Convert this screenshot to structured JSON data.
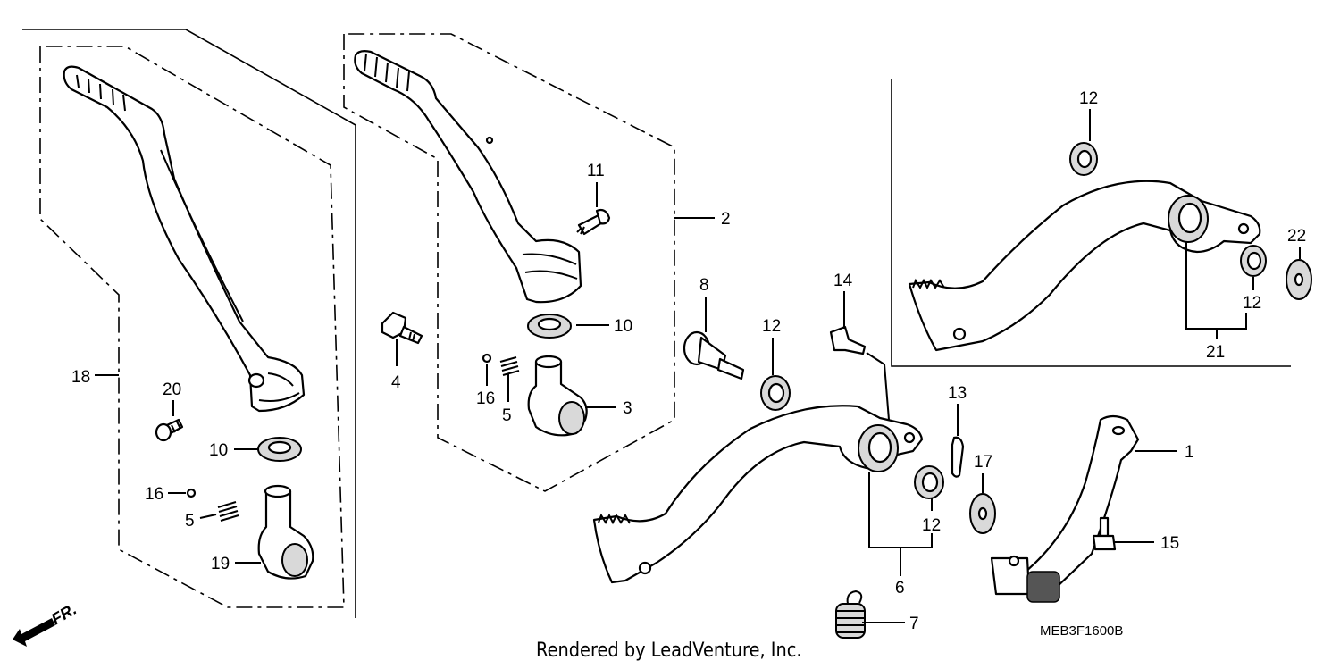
{
  "diagram": {
    "callouts": {
      "kick_arm_18": "18",
      "kick_arm_2": "2",
      "bolt_11": "11",
      "boss_3": "3",
      "washer_10_upper": "10",
      "washer_10_lower": "10",
      "bolt_4": "4",
      "spring_5_upper": "5",
      "spring_5_lower": "5",
      "ball_16_upper": "16",
      "ball_16_lower": "16",
      "bolt_20": "20",
      "boss_19": "19",
      "pivot_bolt_8": "8",
      "seal_12_a": "12",
      "seal_12_b": "12",
      "seal_12_c": "12",
      "seal_12_d": "12",
      "pin_14": "14",
      "cotter_pin_13": "13",
      "washer_17": "17",
      "brake_pedal_6": "6",
      "spring_7": "7",
      "gearshift_1": "1",
      "bolt_15": "15",
      "brake_pedal_21": "21",
      "washer_22": "22"
    },
    "front_arrow": "FR.",
    "drawing_code": "MEB3F1600B"
  },
  "footer": "Rendered by LeadVenture, Inc."
}
